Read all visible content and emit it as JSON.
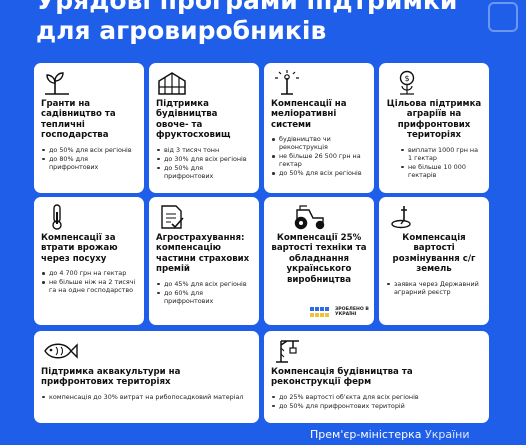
{
  "header": {
    "title_line1": "Урядові програми підтримки",
    "title_line2": "для агровиробників"
  },
  "cards": [
    {
      "icon": "sprout-icon",
      "title": "Гранти на садівництво та тепличні господарства",
      "items": [
        "до 50% для всіх регіонів",
        "до 80% для прифронтових"
      ]
    },
    {
      "icon": "greenhouse-icon",
      "title": "Підтримка будівництва овоче- та фруктосховищ",
      "items": [
        "від 3 тисяч тонн",
        "до 30% для всіх регіонів",
        "до 50% для прифронтових"
      ]
    },
    {
      "icon": "sprinkler-icon",
      "title": "Компенсації на меліоративні системи",
      "items": [
        "будівництво чи реконструкція",
        "не більше 26 500 грн на гектар",
        "до 50% для всіх регіонів"
      ]
    },
    {
      "icon": "money-plant-icon",
      "title": "Цільова підтримка аграріїв на прифронтових територіях",
      "items": [
        "виплати 1000 грн на 1 гектар",
        "не більше 10 000 гектарів"
      ]
    },
    {
      "icon": "thermometer-icon",
      "title": "Компенсації за втрати врожаю через посуху",
      "items": [
        "до 4 700 грн на гектар",
        "не більше ніж на 2 тисячі га на одне господарство"
      ]
    },
    {
      "icon": "document-check-icon",
      "title": "Агрострахування: компенсацію частини страхових премій",
      "items": [
        "до 45% для всіх регіонів",
        "до 60% для прифронтових"
      ]
    },
    {
      "icon": "tractor-icon",
      "title": "Компенсації 25% вартості техніки та обладнання українського виробництва",
      "items": []
    },
    {
      "icon": "mine-detector-icon",
      "title": "Компенсація вартості розмінування с/г земель",
      "items": [
        "заявка через Державний аграрний реєстр"
      ]
    },
    {
      "icon": "fish-icon",
      "title": "Підтримка аквакультури на прифронтових територіях",
      "items": [
        "компенсація до 30% витрат на рибопосадковий матеріал"
      ]
    },
    {
      "icon": "crane-icon",
      "title": "Компенсація будівництва та реконструкції ферм",
      "items": [
        "до 25% вартості об'єкта для всіх регіонів",
        "до 50% для прифронтових територій"
      ]
    }
  ],
  "badge": {
    "text": "ЗРОБЛЕНО В УКРАЇНІ"
  },
  "footer": {
    "part1": "Прем'єр-міністерка",
    "part2": " України"
  },
  "colors": {
    "background": "#1f5ee8",
    "card": "#ffffff",
    "flag_blue": "#2e6be6",
    "flag_yellow": "#f2c230"
  }
}
